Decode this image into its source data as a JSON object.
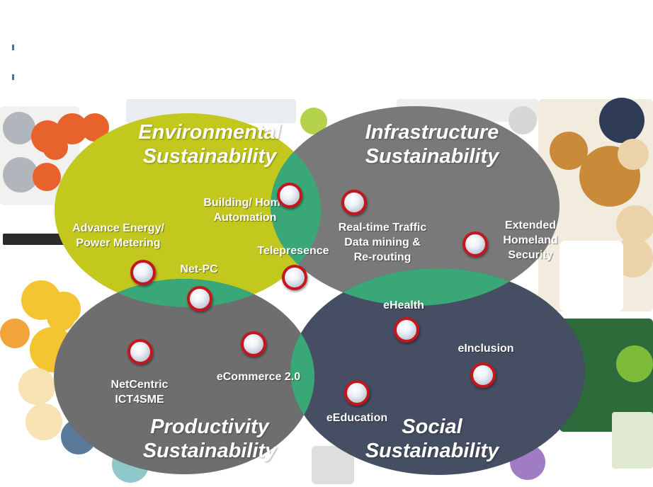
{
  "diagram": {
    "ellipses": [
      {
        "id": "environmental",
        "title": "Environmental\nSustainability",
        "color": "#c2c81d"
      },
      {
        "id": "infrastructure",
        "title": "Infrastructure\nSustainability",
        "color": "#797979"
      },
      {
        "id": "productivity",
        "title": "Productivity\nSustainability",
        "color": "#6e6e6e"
      },
      {
        "id": "social",
        "title": "Social\nSustainability",
        "color": "#454e62"
      }
    ],
    "overlap_color": "#3aa778",
    "nodes": [
      {
        "id": "advance-energy",
        "label": "Advance Energy/\nPower Metering"
      },
      {
        "id": "net-pc",
        "label": "Net-PC"
      },
      {
        "id": "building-home-automation",
        "label": "Building/ Home\nAutomation"
      },
      {
        "id": "telepresence",
        "label": "Telepresence"
      },
      {
        "id": "real-time-traffic",
        "label": "Real-time Traffic\nData mining &\nRe-routing"
      },
      {
        "id": "extended-homeland-security",
        "label": "Extended\nHomeland\nSecurity"
      },
      {
        "id": "ehealth",
        "label": "eHealth"
      },
      {
        "id": "einclusion",
        "label": "eInclusion"
      },
      {
        "id": "eeducation",
        "label": "eEducation"
      },
      {
        "id": "ecommerce",
        "label": "eCommerce 2.0"
      },
      {
        "id": "netcentric",
        "label": "NetCentric\nICT4SME"
      }
    ]
  },
  "background_collage": {
    "bubble_colors": [
      "#e8632b",
      "#f0a43a",
      "#f4c431",
      "#b0b6bc",
      "#b5d34a",
      "#8fc8c8",
      "#ebd2a8",
      "#c98a3a",
      "#a07cc4"
    ],
    "panel_titles": [
      "FINANCIAL\nINNOVATION",
      "NEURO-FUTURES",
      "INNOVATION:\nENABLED!",
      "lost-fm"
    ]
  }
}
